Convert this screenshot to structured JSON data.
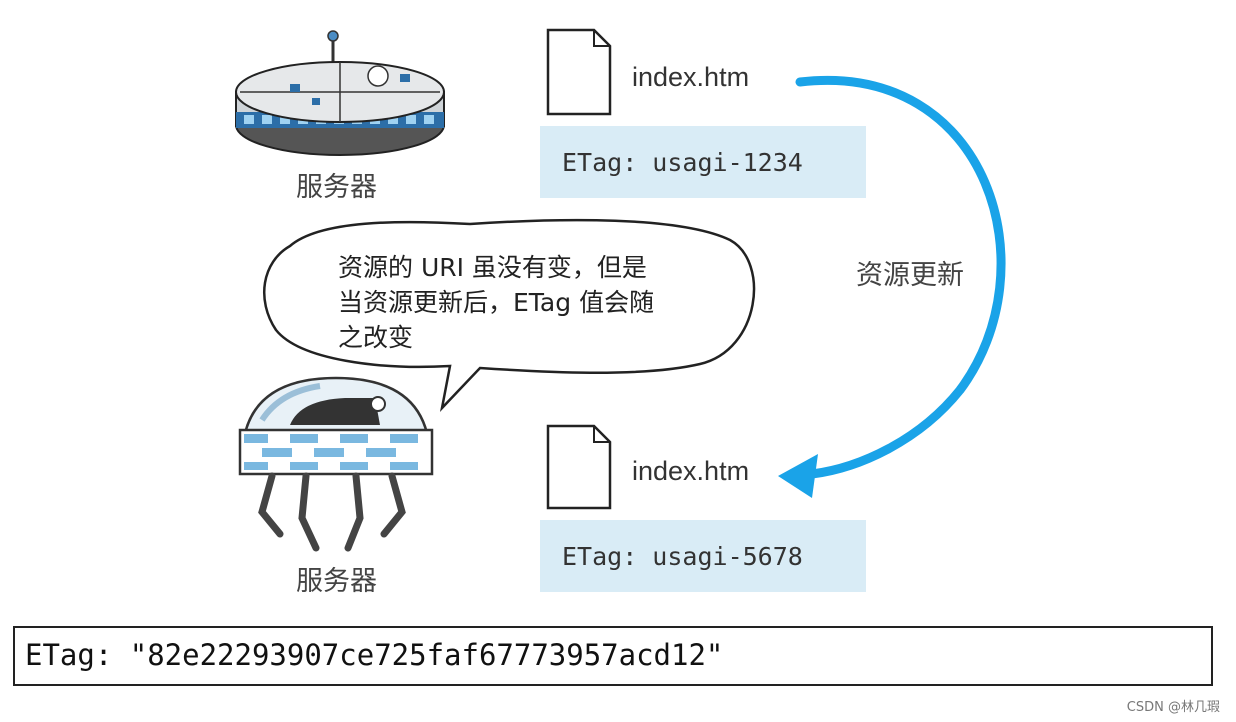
{
  "top": {
    "server_label": "服务器",
    "file_name": "index.htm",
    "etag": "ETag: usagi-1234"
  },
  "bottom": {
    "client_label": "服务器",
    "file_name": "index.htm",
    "etag": "ETag: usagi-5678"
  },
  "arrow_label": "资源更新",
  "bubble_lines": [
    "资源的 URI 虽没有变，但是",
    "当资源更新后，ETag 值会随",
    "之改变"
  ],
  "header_example": "ETag: \"82e22293907ce725faf67773957acd12\"",
  "watermark": "CSDN @林几瑕",
  "colors": {
    "arrow": "#1aa3e8",
    "etag_bg": "#d9ecf6",
    "robot_stripe": "#7ab8e0"
  }
}
